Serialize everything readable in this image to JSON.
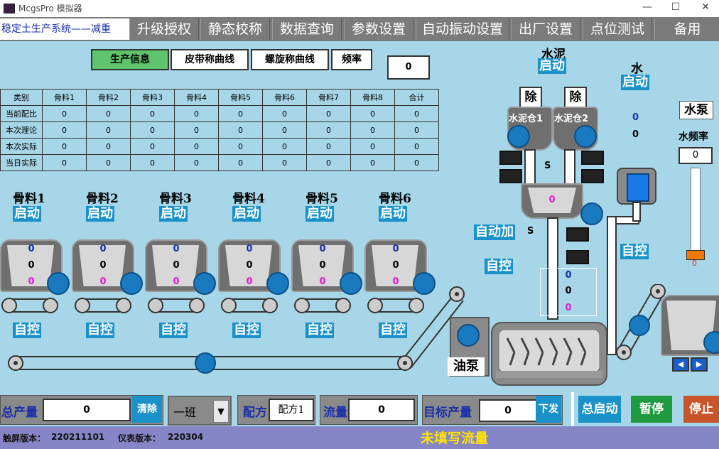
{
  "window": {
    "title": "McgsPro 模拟器",
    "minimize": "—",
    "maximize": "☐",
    "close": "✕"
  },
  "menu": {
    "current": "稳定土生产系统——减重",
    "items": [
      "升级授权",
      "静态校称",
      "数据查询",
      "参数设置",
      "自动振动设置",
      "出厂设置",
      "点位测试",
      "备用"
    ]
  },
  "tabs": {
    "production": "生产信息",
    "belt_curve": "皮带称曲线",
    "spiral_curve": "螺旋称曲线",
    "freq": "频率",
    "freq_value": "0"
  },
  "table": {
    "headers": [
      "类别",
      "骨料1",
      "骨料2",
      "骨料3",
      "骨料4",
      "骨料5",
      "骨料6",
      "骨料7",
      "骨料8",
      "合计"
    ],
    "rows": [
      {
        "label": "当前配比",
        "values": [
          "0",
          "0",
          "0",
          "0",
          "0",
          "0",
          "0",
          "0",
          "0"
        ]
      },
      {
        "label": "本次理论",
        "values": [
          "0",
          "0",
          "0",
          "0",
          "0",
          "0",
          "0",
          "0",
          "0"
        ]
      },
      {
        "label": "本次实际",
        "values": [
          "0",
          "0",
          "0",
          "0",
          "0",
          "0",
          "0",
          "0",
          "0"
        ]
      },
      {
        "label": "当日实际",
        "values": [
          "0",
          "0",
          "0",
          "0",
          "0",
          "0",
          "0",
          "0",
          "0"
        ]
      }
    ]
  },
  "aggregates": [
    {
      "name": "骨料1",
      "start": "启动",
      "mode": "自控",
      "v1": "0",
      "v2": "0",
      "v3": "0"
    },
    {
      "name": "骨料2",
      "start": "启动",
      "mode": "自控",
      "v1": "0",
      "v2": "0",
      "v3": "0"
    },
    {
      "name": "骨料3",
      "start": "启动",
      "mode": "自控",
      "v1": "0",
      "v2": "0",
      "v3": "0"
    },
    {
      "name": "骨料4",
      "start": "启动",
      "mode": "自控",
      "v1": "0",
      "v2": "0",
      "v3": "0"
    },
    {
      "name": "骨料5",
      "start": "启动",
      "mode": "自控",
      "v1": "0",
      "v2": "0",
      "v3": "0"
    },
    {
      "name": "骨料6",
      "start": "启动",
      "mode": "自控",
      "v1": "0",
      "v2": "0",
      "v3": "0"
    }
  ],
  "cement": {
    "title": "水泥",
    "start": "启动",
    "remove1": "除",
    "remove2": "除",
    "silo1": "水泥仓1",
    "silo2": "水泥仓2",
    "s1": "S",
    "s2": "S",
    "hopper_value": "0",
    "auto_add": "自动加",
    "mode": "自控",
    "v1": "0",
    "v2": "0",
    "v3": "0"
  },
  "water": {
    "title": "水",
    "start": "启动",
    "v1": "0",
    "v2": "0",
    "pump": "水泵",
    "freq_label": "水频率",
    "freq_value": "0",
    "slider_value": "0",
    "mode": "自控"
  },
  "oil_pump": "油泵",
  "bottom": {
    "total_label": "总产量",
    "total_value": "0",
    "clear": "清除",
    "shift": "一班",
    "recipe_label": "配方",
    "recipe_value": "配方1",
    "flow_label": "流量",
    "flow_value": "0",
    "target_label": "目标产量",
    "target_value": "0",
    "send": "下发",
    "start_all": "总启动",
    "pause": "暂停",
    "stop": "停止"
  },
  "status": {
    "touch_version_label": "触屏版本：",
    "touch_version": "220211101",
    "meter_version_label": "仪表版本：",
    "meter_version": "220304",
    "message": "未填写流量"
  },
  "colors": {
    "accent_blue": "#1a92c9",
    "tab_green": "#5fc46b",
    "status_bar": "#8686c6",
    "background": "#a6d6e8"
  }
}
